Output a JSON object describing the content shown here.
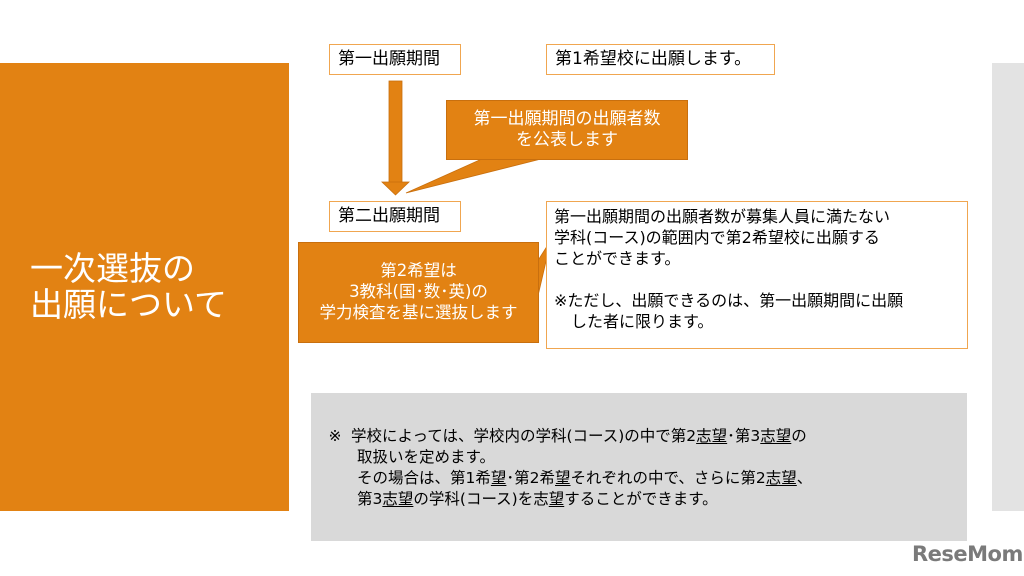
{
  "title_panel": {
    "line1": "一次選抜の",
    "line2": "出願について",
    "color": "#e28213"
  },
  "flow": {
    "first_period_label": "第一出願期間",
    "first_choice_text": "第1希望校に出願します。",
    "announce_callout": {
      "line1": "第一出願期間の出願者数",
      "line2": "を公表します"
    },
    "second_period_label": "第二出願期間",
    "second_choice_callout": {
      "line1": "第2希望は",
      "line2": "3教科(国･数･英)の",
      "line3": "学力検査を基に選抜します"
    },
    "second_period_info": {
      "line1": "第一出願期間の出願者数が募集人員に満たない",
      "line2": "学科(コース)の範囲内で第2希望校に出願する",
      "line3": "ことができます。",
      "note_line1": "※ただし、出願できるのは、第一出願期間に出願",
      "note_line2": "した者に限ります。"
    }
  },
  "note": {
    "mark": "※",
    "line1_a": "学校によっては、学校内の学科(コース)の中で第2",
    "line1_u1": "志望",
    "line1_b": "･第3",
    "line1_u2": "志望",
    "line1_c": "の",
    "line2": "取扱いを定めます。",
    "line3_a": "その場合は、第1希",
    "line3_u1": "望",
    "line3_b": "･第2希",
    "line3_u2": "望",
    "line3_c": "それぞれの中で、さらに第2",
    "line3_u3": "志望",
    "line3_d": "、",
    "line4_a": "第3",
    "line4_u1": "志望",
    "line4_b": "の学科(コース)を志",
    "line4_u2": "望",
    "line4_c": "することができます。"
  },
  "logo": {
    "text": "ReseMom",
    "tag": "4"
  }
}
